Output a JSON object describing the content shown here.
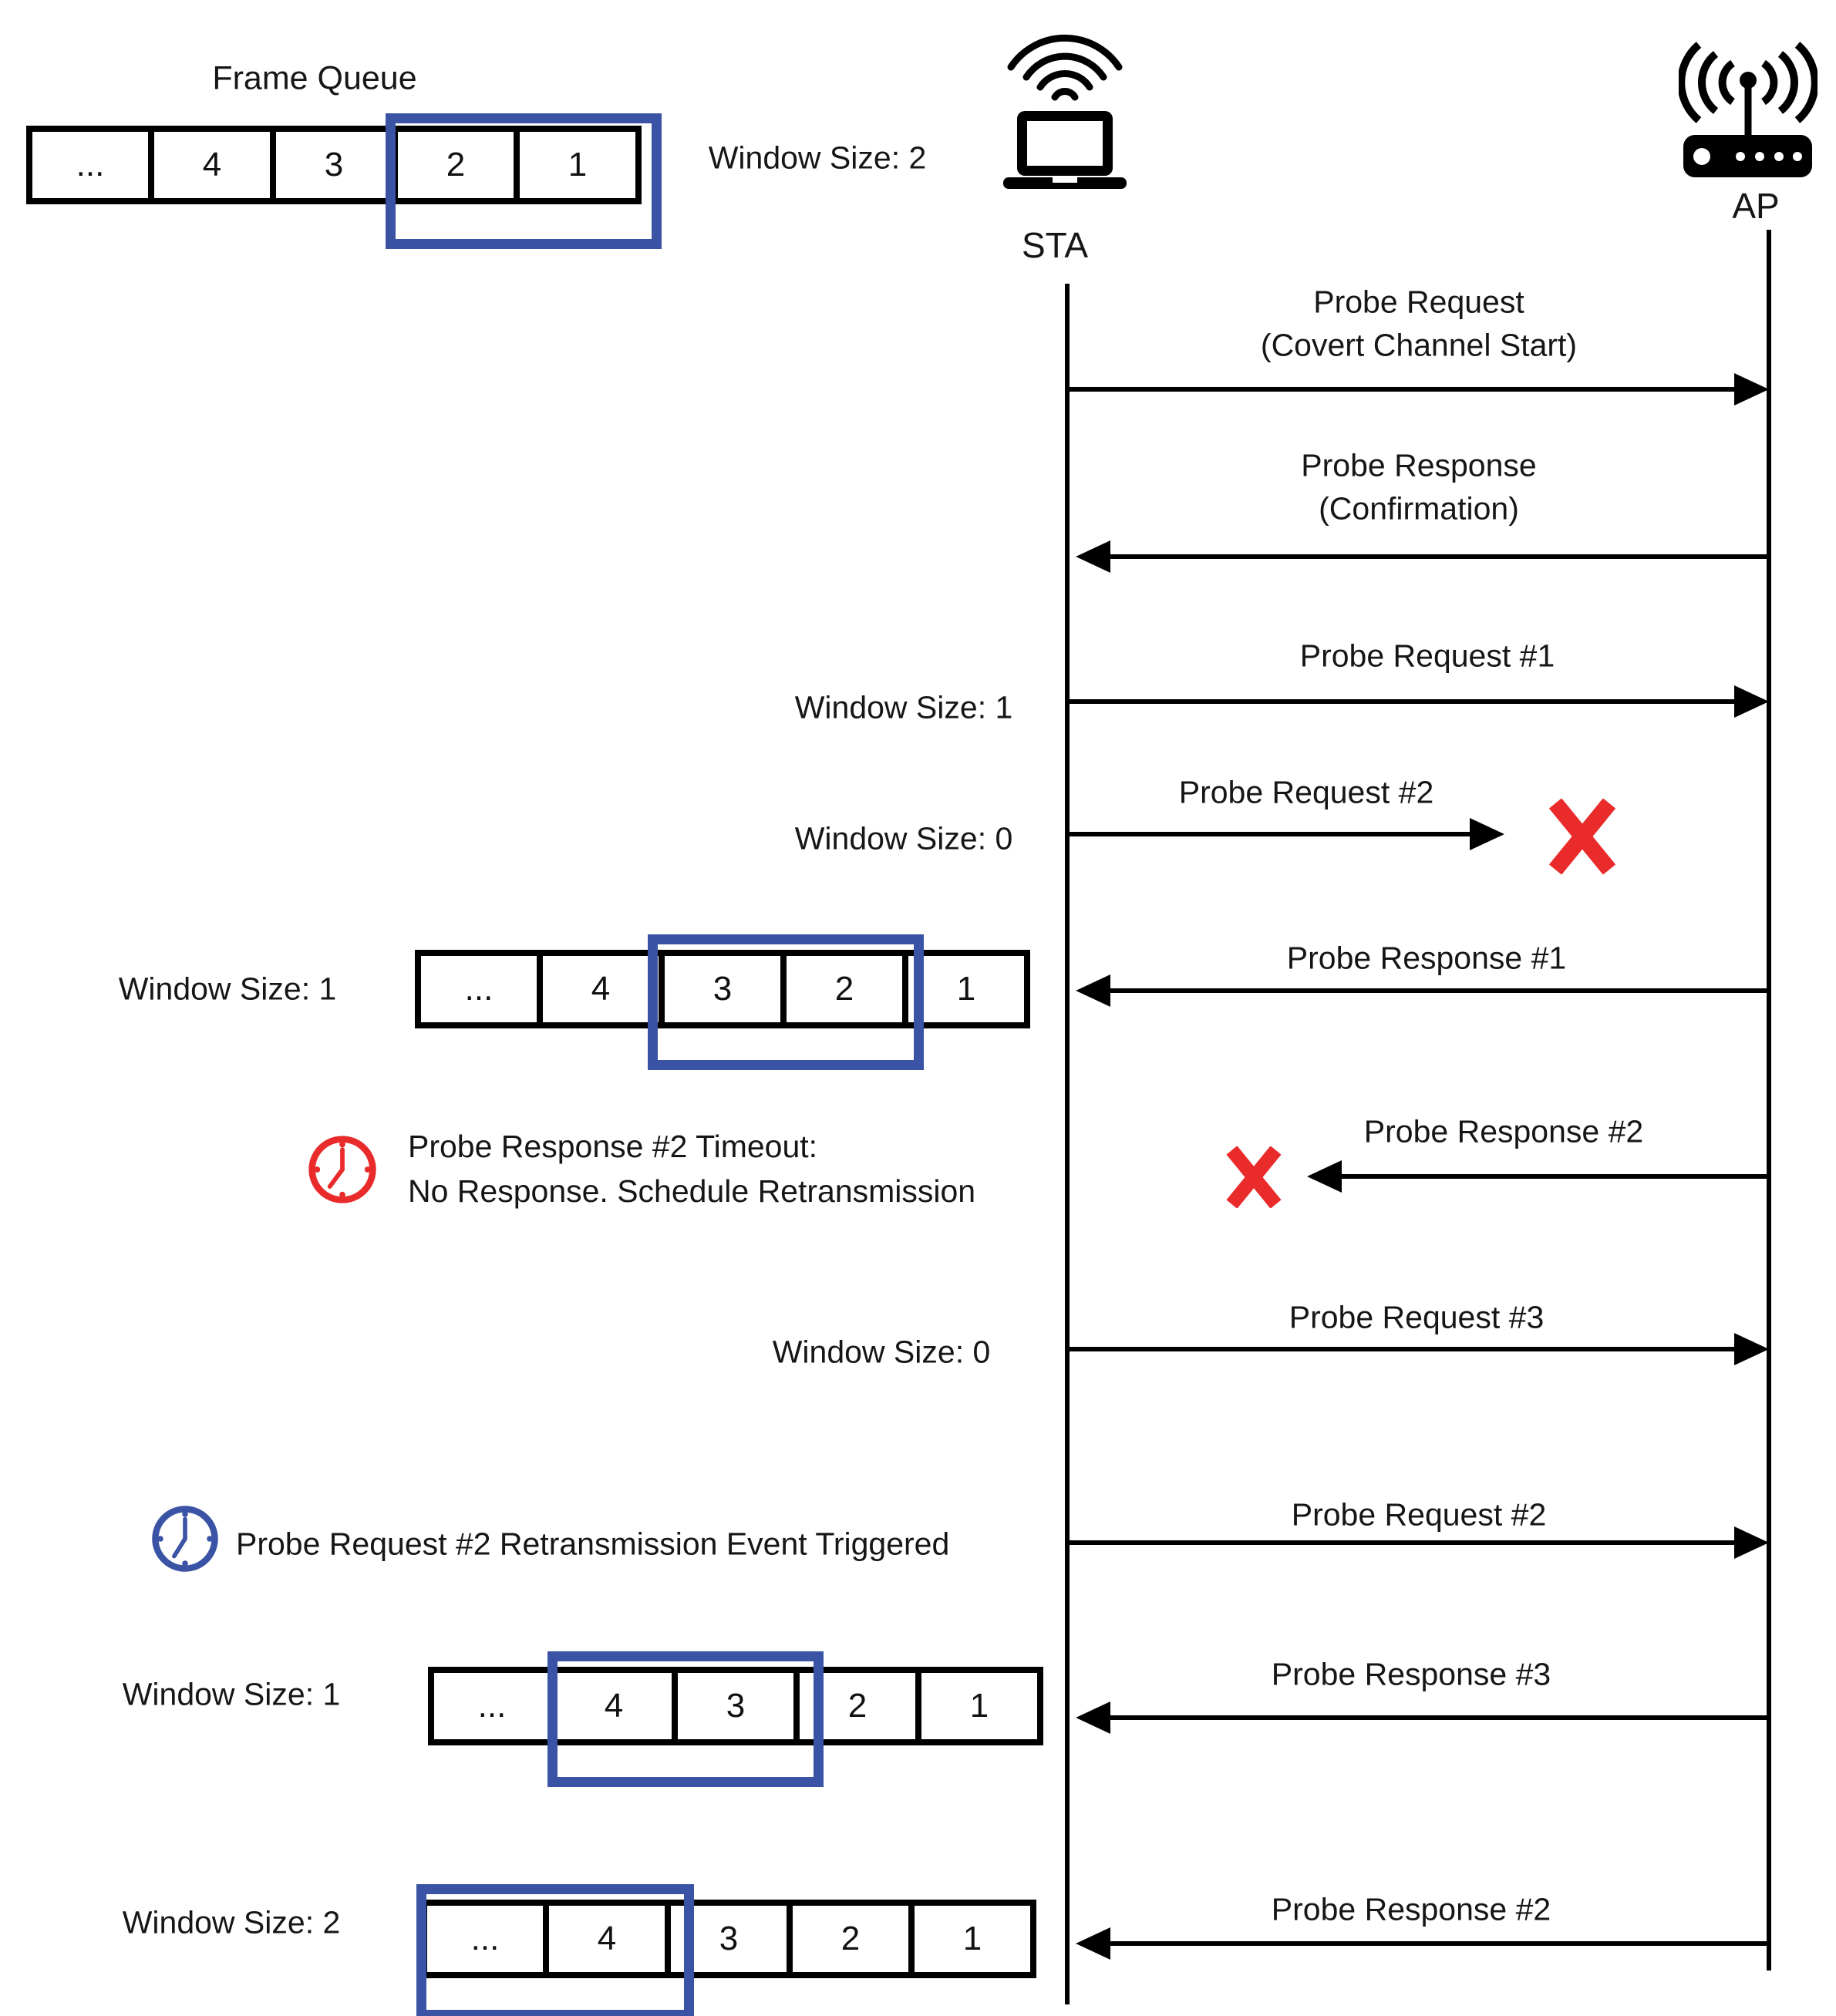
{
  "palette": {
    "highlight_blue": "#3A53A4",
    "error_red": "#E92B2B",
    "line_black": "#000000"
  },
  "titles": {
    "frame_queue": "Frame Queue",
    "window_size_top": "Window Size: 2"
  },
  "actors": {
    "sta": "STA",
    "ap": "AP"
  },
  "queues": {
    "q1": {
      "cells": [
        "...",
        "4",
        "3",
        "2",
        "1"
      ],
      "highlighted_cells": [
        "2",
        "1"
      ]
    },
    "q2": {
      "window": "Window Size: 1",
      "cells": [
        "...",
        "4",
        "3",
        "2",
        "1"
      ],
      "highlighted_cells": [
        "3",
        "2"
      ]
    },
    "q3": {
      "window": "Window Size: 1",
      "cells": [
        "...",
        "4",
        "3",
        "2",
        "1"
      ],
      "highlighted_cells": [
        "4",
        "3"
      ]
    },
    "q4": {
      "window": "Window Size: 2",
      "cells": [
        "...",
        "4",
        "3",
        "2",
        "1"
      ],
      "highlighted_cells": [
        "...",
        "4"
      ]
    }
  },
  "messages": {
    "m1": {
      "line1": "Probe Request",
      "line2": "(Covert Channel Start)",
      "direction": "sta-to-ap"
    },
    "m2": {
      "line1": "Probe Response",
      "line2": "(Confirmation)",
      "direction": "ap-to-sta"
    },
    "m3": {
      "label": "Probe Request #1",
      "window": "Window Size: 1",
      "direction": "sta-to-ap"
    },
    "m4": {
      "label": "Probe Request #2",
      "window": "Window Size: 0",
      "direction": "sta-to-ap",
      "dropped": true
    },
    "m5": {
      "label": "Probe Response #1",
      "direction": "ap-to-sta"
    },
    "m6": {
      "label": "Probe Response #2",
      "direction": "ap-to-sta",
      "dropped": true
    },
    "m7": {
      "label": "Probe Request #3",
      "window": "Window Size: 0",
      "direction": "sta-to-ap"
    },
    "m8": {
      "label": "Probe Request #2",
      "direction": "sta-to-ap"
    },
    "m9": {
      "label": "Probe Response #3",
      "direction": "ap-to-sta"
    },
    "m10": {
      "label": "Probe Response #2",
      "direction": "ap-to-sta"
    }
  },
  "notes": {
    "timeout": {
      "line1": "Probe Response #2 Timeout:",
      "line2": "No Response. Schedule Retransmission"
    },
    "retransmission": {
      "label": "Probe Request #2 Retransmission Event Triggered"
    }
  }
}
